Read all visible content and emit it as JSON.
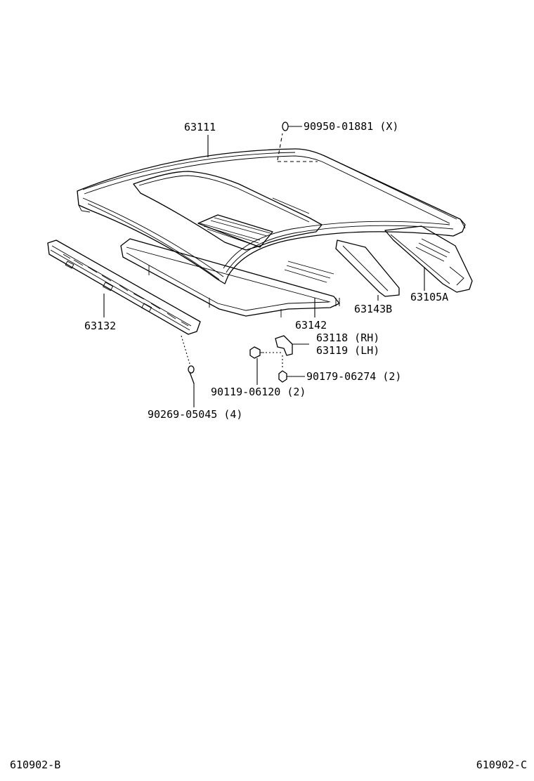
{
  "labels": {
    "roof_panel": "63111",
    "plug": "90950-01881 (X)",
    "front_header": "63132",
    "sunroof_reinforcement": "63142",
    "roof_bow": "63143B",
    "rear_rail": "63105A",
    "bracket_rh": "63118 (RH)",
    "bracket_lh": "63119 (LH)",
    "bolt": "90119-06120 (2)",
    "nut": "90179-06274 (2)",
    "clip": "90269-05045 (4)"
  },
  "footer": {
    "left_code": "610902-B",
    "right_code": "610902-C"
  },
  "colors": {
    "line": "#000000",
    "background": "#ffffff"
  }
}
